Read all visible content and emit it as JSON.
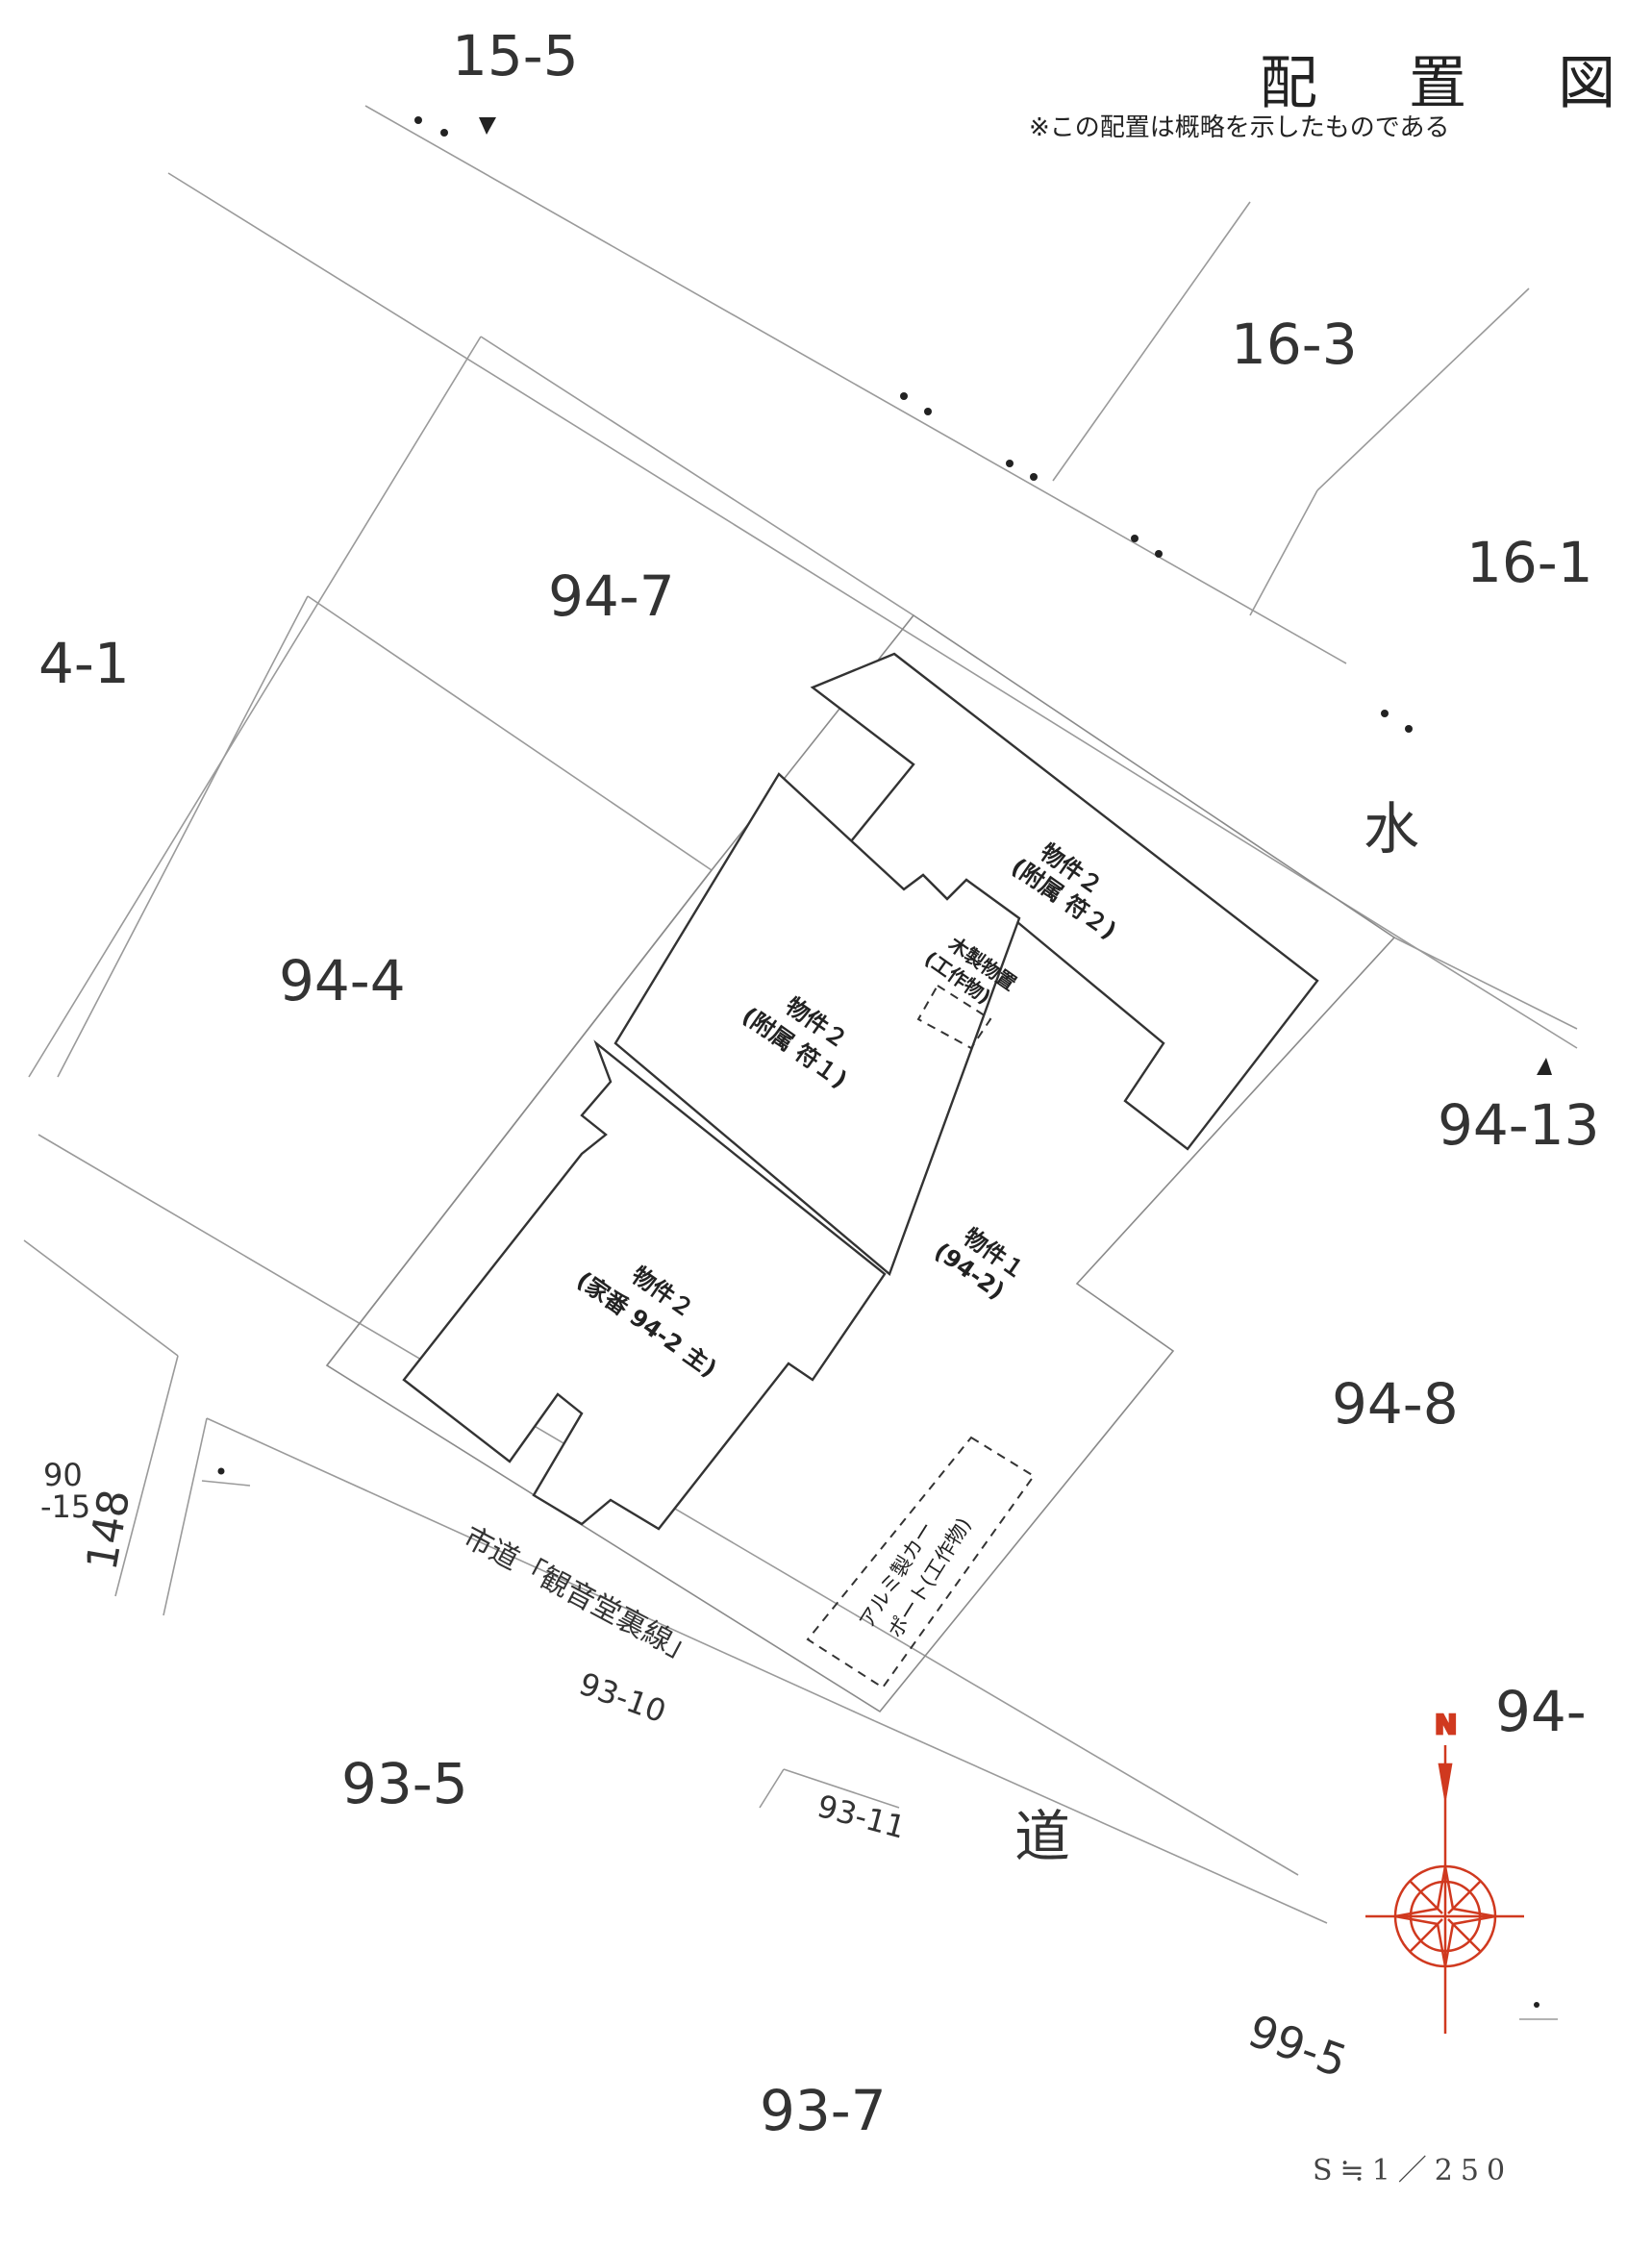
{
  "header": {
    "title": "配 置 図",
    "note": "※この配置は概略を示したものである"
  },
  "scale": "S≒1／250",
  "lots": {
    "l15_5": "15-5",
    "l16_3": "16-3",
    "l16_1": "16-1",
    "l4_1": "4-1",
    "l94_7": "94-7",
    "l94_4": "94-4",
    "l94_13": "94-13",
    "l94_8": "94-8",
    "l94_x": "94-",
    "l90_15a": "90",
    "l90_15b": "-15",
    "l148": "148",
    "l93_10": "93-10",
    "l93_5": "93-5",
    "l93_11": "93-11",
    "l99_5": "99-5",
    "l93_7": "93-7"
  },
  "water": "水",
  "road": "道",
  "street_name": "市道「観音堂裏線」",
  "buildings": {
    "annex2": {
      "line1": "物件２",
      "line2": "(附属 符２)"
    },
    "annex1": {
      "line1": "物件２",
      "line2": "(附属 符１)"
    },
    "main": {
      "line1": "物件２",
      "line2": "(家番 94-2 主)"
    },
    "shed": {
      "line1": "木製物置",
      "line2": "(工作物)"
    },
    "site": {
      "line1": "物件１",
      "line2": "(94-2)"
    },
    "carport": {
      "line1": "アルミ製カー",
      "line2": "ポート(工作物)"
    }
  },
  "compass": {
    "north_label": "N",
    "color": "#d0391f"
  }
}
